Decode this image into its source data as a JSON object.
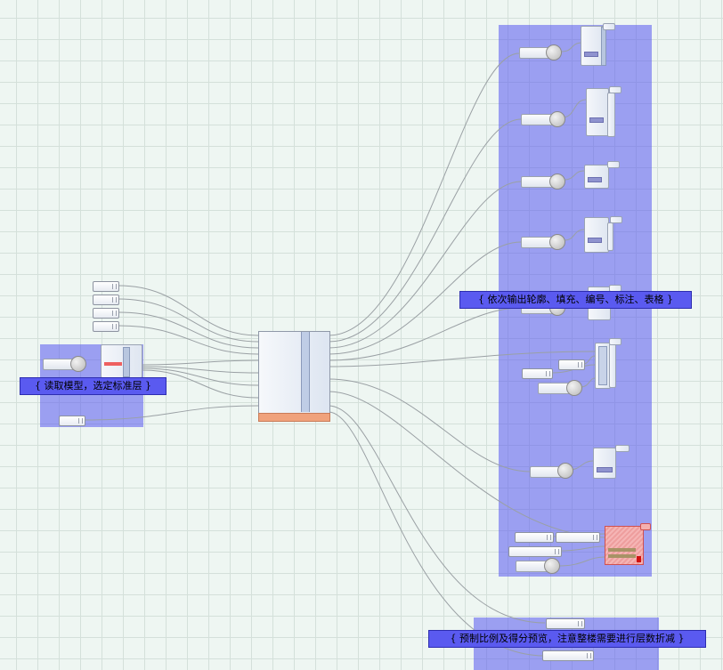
{
  "groups": {
    "left": {
      "label": "{ 读取模型，选定标准层 }"
    },
    "right": {
      "label": "{ 依次输出轮廓、填充、编号、标注、表格 }"
    },
    "bottom": {
      "label": "{ 预制比例及得分预览，注意整楼需要进行层数折减 }"
    }
  },
  "colors": {
    "canvas": "#eef6f2",
    "group_fill": "#5a5af0",
    "wire": "#9aa0a4",
    "error_component": "#f5b5b5"
  }
}
